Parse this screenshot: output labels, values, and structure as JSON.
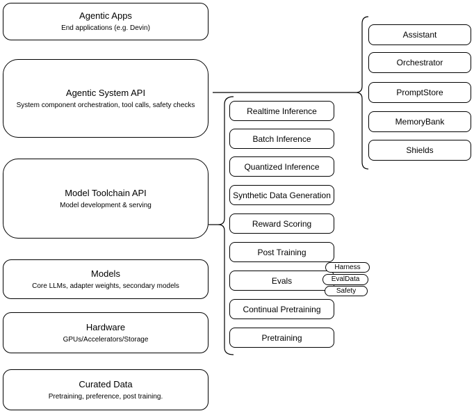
{
  "stack": [
    {
      "title": "Agentic Apps",
      "subtitle": "End applications (e.g. Devin)"
    },
    {
      "title": "Agentic System API",
      "subtitle": "System component orchestration, tool calls, safety checks"
    },
    {
      "title": "Model Toolchain API",
      "subtitle": "Model development & serving"
    },
    {
      "title": "Models",
      "subtitle": "Core LLMs, adapter weights, secondary models"
    },
    {
      "title": "Hardware",
      "subtitle": "GPUs/Accelerators/Storage"
    },
    {
      "title": "Curated Data",
      "subtitle": "Pretraining, preference, post training."
    }
  ],
  "toolchain_services": [
    "Realtime Inference",
    "Batch Inference",
    "Quantized Inference",
    "Synthetic Data Generation",
    "Reward Scoring",
    "Post Training",
    "Evals",
    "Continual Pretraining",
    "Pretraining"
  ],
  "eval_tags": [
    "Harness",
    "EvalData",
    "Safety"
  ],
  "system_components": [
    "Assistant",
    "Orchestrator",
    "PromptStore",
    "MemoryBank",
    "Shields"
  ],
  "colors": {
    "stroke": "#000000",
    "fill": "#ffffff",
    "text": "#000000"
  }
}
